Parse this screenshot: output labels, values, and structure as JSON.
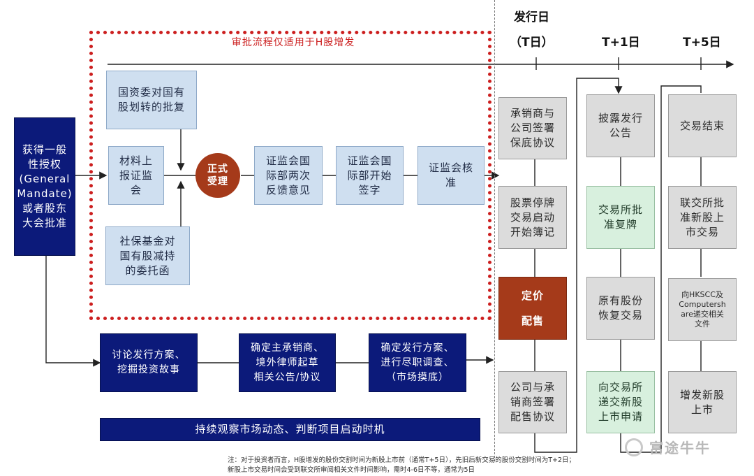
{
  "header": {
    "issue_day": "发行日",
    "t_day": "（T日）",
    "t1": "T+1日",
    "t5": "T+5日"
  },
  "frame_title": "审批流程仅适用于H股增发",
  "left_box": "获得一般\n性授权\n(General\nMandate)\n或者股东\n大会批准",
  "approval": {
    "sasac": "国资委对国有\n股划转的批复",
    "submit": "材料上\n报证监\n会",
    "ssf": "社保基金对\n国有股减持\n的委托函",
    "accept": "正式\n受理",
    "csrc_feedback": "证监会国\n际部两次\n反馈意见",
    "csrc_sign": "证监会国\n际部开始\n签字",
    "csrc_approve": "证监会核\n准"
  },
  "prep": {
    "discuss": "讨论发行方案、\n挖掘投资故事",
    "lead": "确定主承销商、\n境外律师起草\n相关公告/协议",
    "plan": "确定发行方案、\n进行尽职调查、\n（市场摸底）",
    "observe": "持续观察市场动态、判断项目启动时机"
  },
  "t_column": {
    "underwrite": "承销商与\n公司签署\n保底协议",
    "suspend": "股票停牌\n交易启动\n开始簿记",
    "pricing": "定价\n\n配售",
    "placing": "公司与承\n销商签署\n配售协议"
  },
  "t1_column": {
    "disclose": "披露发行\n公告",
    "resume_approve": "交易所批\n准复牌",
    "resume": "原有股份\n恢复交易",
    "listing_app": "向交易所\n递交新股\n上市申请"
  },
  "t5_column": {
    "trade_end": "交易结束",
    "hkex_approve": "联交所批\n准新股上\n市交易",
    "submit_files": "向HKSCC及\nComputersh\nare递交相关\n文件",
    "list": "增发新股\n上市"
  },
  "footnote": "注：对于投资者而言，H股增发的股份交割时间为新股上市前（通常T+5日），先旧后新交易的股份交割时间为T+2日；\n新股上市交易时间会受到联交所审阅相关文件时间影响，需时4-6日不等，通常为5日",
  "watermark": "富途牛牛",
  "colors": {
    "navy": "#0c1a7a",
    "rust": "#a53a1a",
    "red_frame": "#cc1f1f",
    "light_blue": "#cfdff0",
    "green": "#d8f0de",
    "grey": "#dcdcdc"
  }
}
